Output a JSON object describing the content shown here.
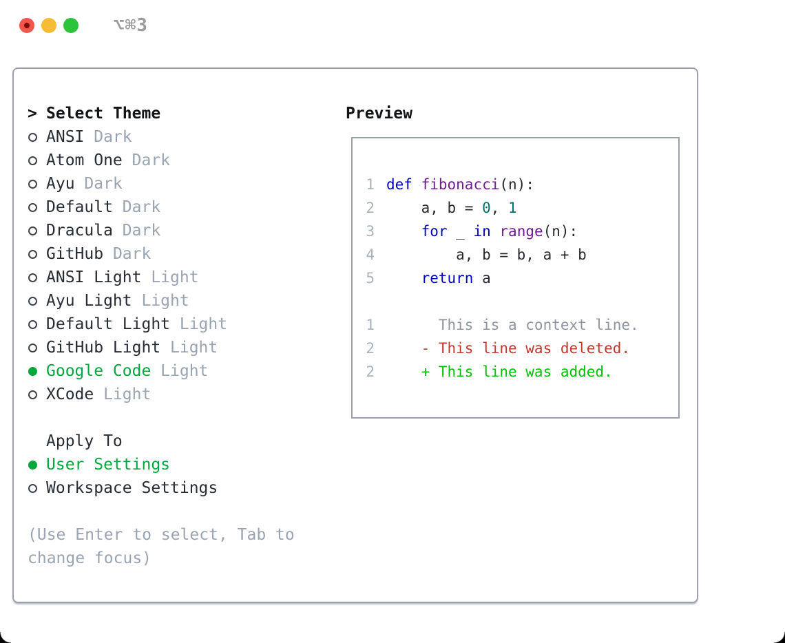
{
  "titlebar": {
    "title": "⌥⌘3",
    "buttons": [
      "close",
      "minimize",
      "zoom"
    ]
  },
  "theme_list": {
    "cursor": ">",
    "header": "Select Theme",
    "items": [
      {
        "name": "ANSI",
        "variant": "Dark",
        "selected": false
      },
      {
        "name": "Atom One",
        "variant": "Dark",
        "selected": false
      },
      {
        "name": "Ayu",
        "variant": "Dark",
        "selected": false
      },
      {
        "name": "Default",
        "variant": "Dark",
        "selected": false
      },
      {
        "name": "Dracula",
        "variant": "Dark",
        "selected": false
      },
      {
        "name": "GitHub",
        "variant": "Dark",
        "selected": false
      },
      {
        "name": "ANSI Light",
        "variant": "Light",
        "selected": false
      },
      {
        "name": "Ayu Light",
        "variant": "Light",
        "selected": false
      },
      {
        "name": "Default Light",
        "variant": "Light",
        "selected": false
      },
      {
        "name": "GitHub Light",
        "variant": "Light",
        "selected": false
      },
      {
        "name": "Google Code",
        "variant": "Light",
        "selected": true
      },
      {
        "name": "XCode",
        "variant": "Light",
        "selected": false
      }
    ]
  },
  "apply_to": {
    "header": "Apply To",
    "options": [
      {
        "label": "User Settings",
        "selected": true
      },
      {
        "label": "Workspace Settings",
        "selected": false
      }
    ]
  },
  "footer_hint": "(Use Enter to select, Tab to change focus)",
  "preview": {
    "header": "Preview",
    "code_lines": [
      {
        "number": "1",
        "tokens": [
          {
            "t": "def",
            "c": "kwd"
          },
          {
            "t": " ",
            "c": "plain"
          },
          {
            "t": "fibonacci",
            "c": "fn"
          },
          {
            "t": "(n):",
            "c": "plain"
          }
        ]
      },
      {
        "number": "2",
        "tokens": [
          {
            "t": "    a, b = ",
            "c": "plain"
          },
          {
            "t": "0",
            "c": "num"
          },
          {
            "t": ", ",
            "c": "plain"
          },
          {
            "t": "1",
            "c": "num"
          }
        ]
      },
      {
        "number": "3",
        "tokens": [
          {
            "t": "    ",
            "c": "plain"
          },
          {
            "t": "for",
            "c": "kwd"
          },
          {
            "t": " _ ",
            "c": "plain"
          },
          {
            "t": "in",
            "c": "kwd"
          },
          {
            "t": " ",
            "c": "plain"
          },
          {
            "t": "range",
            "c": "fn"
          },
          {
            "t": "(n):",
            "c": "plain"
          }
        ]
      },
      {
        "number": "4",
        "tokens": [
          {
            "t": "        a, b = b, a + b",
            "c": "plain"
          }
        ]
      },
      {
        "number": "5",
        "tokens": [
          {
            "t": "    ",
            "c": "plain"
          },
          {
            "t": "return",
            "c": "kwd"
          },
          {
            "t": " a",
            "c": "plain"
          }
        ]
      },
      {
        "number": "",
        "tokens": []
      },
      {
        "number": "1",
        "tokens": [
          {
            "t": "      This is a context line.",
            "c": "ctx"
          }
        ]
      },
      {
        "number": "2",
        "tokens": [
          {
            "t": "    - This line was deleted.",
            "c": "del"
          }
        ]
      },
      {
        "number": "2",
        "tokens": [
          {
            "t": "    + This line was added.",
            "c": "add"
          }
        ]
      }
    ]
  },
  "colors": {
    "accent_green": "#00a73c",
    "dim_text": "#9aa4b1",
    "keyword_blue": "#0000bb",
    "function_purple": "#6f1a8f",
    "number_teal": "#007070",
    "diff_context": "#8d959e",
    "diff_deleted": "#c0392b",
    "diff_added": "#00c000",
    "traffic_red": "#f3564c",
    "traffic_yellow": "#f6bc33",
    "traffic_green": "#2dc43c"
  }
}
